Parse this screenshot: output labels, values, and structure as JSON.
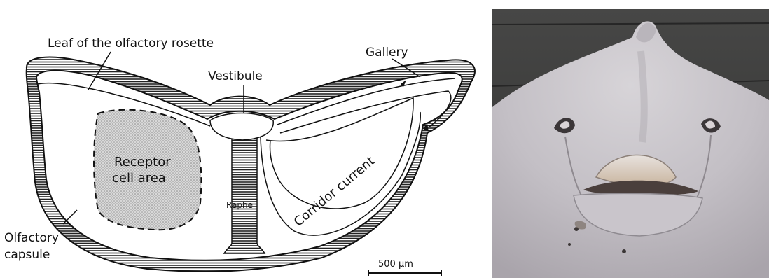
{
  "diagram": {
    "labels": {
      "leaf": "Leaf of the olfactory rosette",
      "gallery": "Gallery",
      "vestibule": "Vestibule",
      "receptor_line1": "Receptor",
      "receptor_line2": "cell area",
      "raphe": "Raphe",
      "corridor": "Corridor current",
      "capsule_line1": "Olfactory",
      "capsule_line2": "capsule",
      "scale": "500 µm"
    }
  },
  "photo": {
    "subject": "underside of a ray showing nostrils and mouth"
  }
}
